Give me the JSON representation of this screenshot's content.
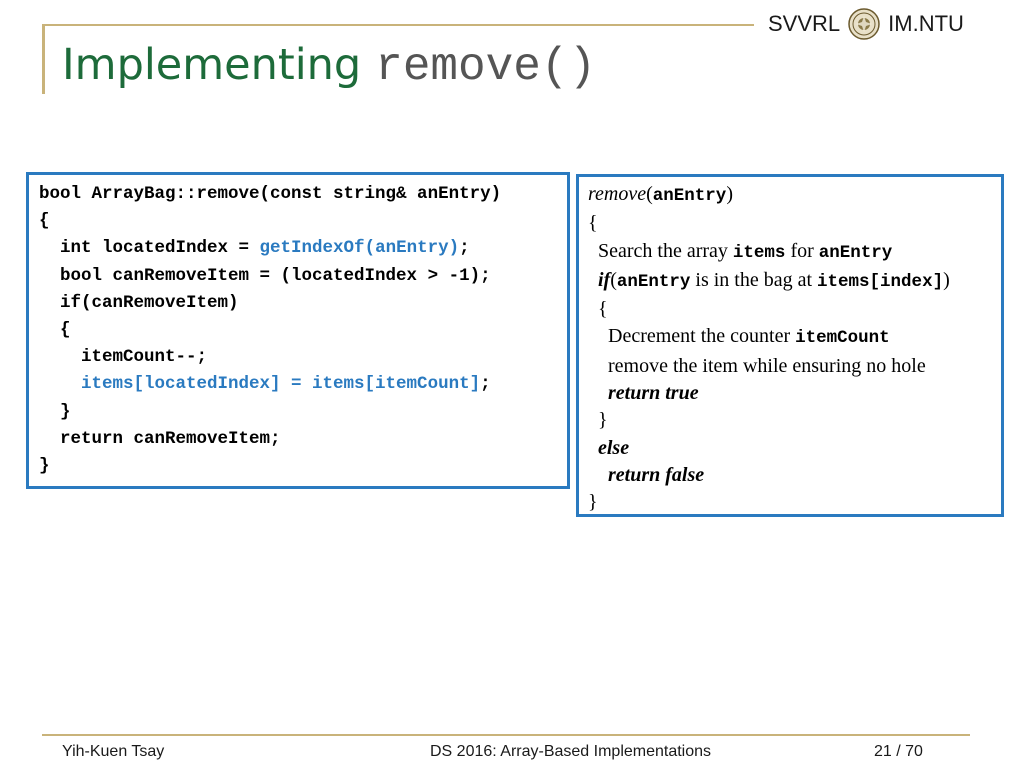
{
  "header": {
    "brand_left": "SVVRL",
    "brand_right": "IM.NTU"
  },
  "title": {
    "main": "Implementing",
    "code": "remove()"
  },
  "code": {
    "sig": "bool ArrayBag::remove(const string& anEntry)",
    "open": "{",
    "l1_a": "  int locatedIndex = ",
    "l1_b": "getIndexOf(anEntry)",
    "l1_c": ";",
    "l2": "  bool canRemoveItem = (locatedIndex > -1);",
    "l3": "  if(canRemoveItem)",
    "l4": "  {",
    "l5": "    itemCount--;",
    "l6_a": "    items[locatedIndex] = items[itemCount]",
    "l6_b": ";",
    "l7": "  }",
    "l8": "  return canRemoveItem;",
    "close": "}"
  },
  "pseudo": {
    "fn": "remove",
    "paren_open": "(",
    "arg": "anEntry",
    "paren_close": ")",
    "brace_open": "{",
    "search_a": "Search the array ",
    "search_b": "items",
    "search_c": " for ",
    "search_d": "anEntry",
    "if_kw": "if",
    "if_open": "(",
    "if_arg": "anEntry",
    "if_mid": " is in the bag at ",
    "if_items": "items[index]",
    "if_close": ")",
    "inner_open": "{",
    "dec_a": "Decrement the counter ",
    "dec_b": "itemCount",
    "remove_text": "remove the item while ensuring no hole",
    "ret_true": "return true",
    "inner_close": "}",
    "else_kw": "else",
    "ret_false": "return false",
    "brace_close": "}"
  },
  "footer": {
    "author": "Yih-Kuen Tsay",
    "course": "DS 2016: Array-Based Implementations",
    "page": "21 / 70"
  },
  "colors": {
    "title_green": "#1d6b3a",
    "accent_blue": "#2a7ac0",
    "rule_gold": "#c9b37a"
  }
}
